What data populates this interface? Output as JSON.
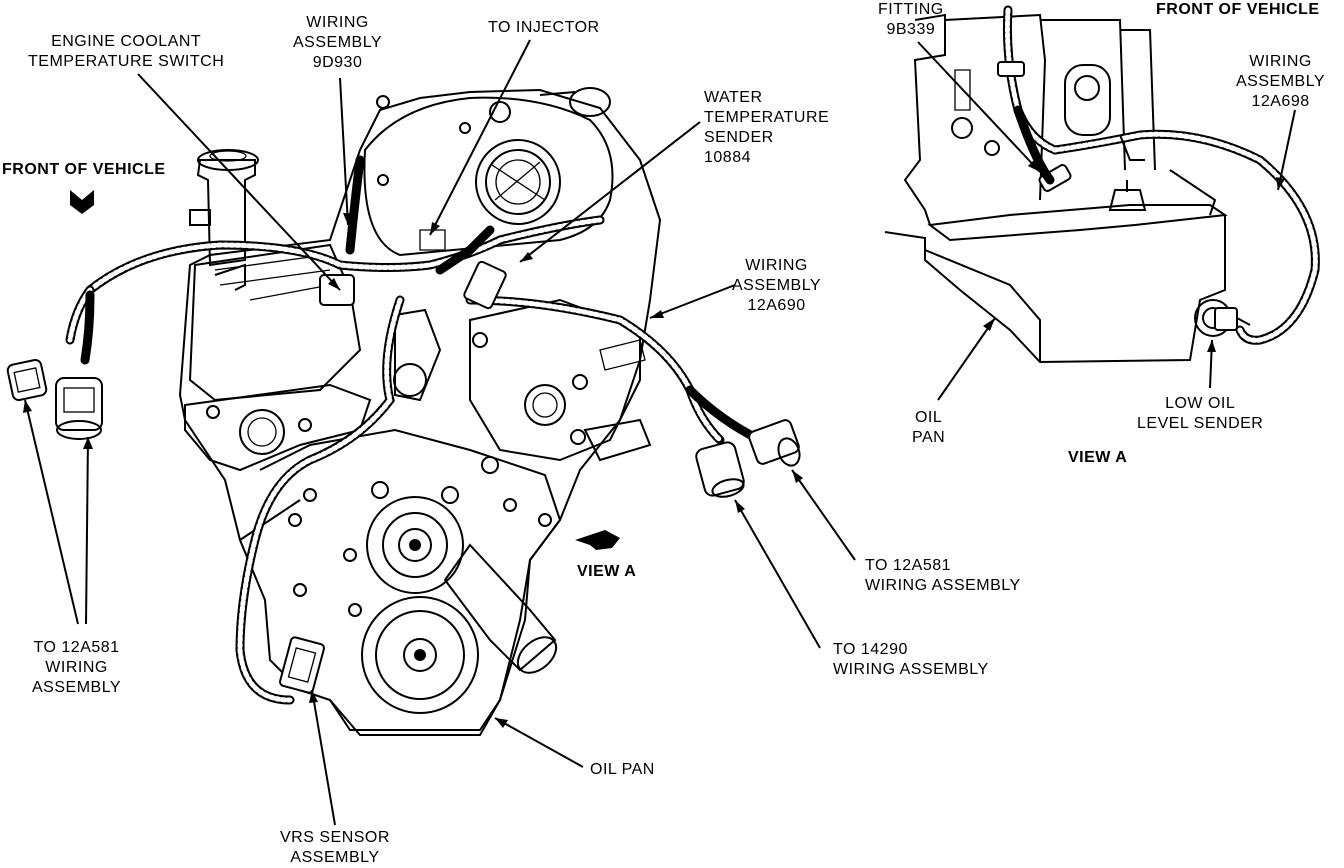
{
  "labels": {
    "engine_coolant": [
      "ENGINE COOLANT",
      "TEMPERATURE SWITCH"
    ],
    "wiring_9d930": [
      "WIRING",
      "ASSEMBLY",
      "9D930"
    ],
    "to_injector": "TO INJECTOR",
    "water_temp": [
      "WATER",
      "TEMPERATURE",
      "SENDER",
      "10884"
    ],
    "front_left": "FRONT OF VEHICLE",
    "wiring_12a690": [
      "WIRING",
      "ASSEMBLY",
      "12A690"
    ],
    "to_12a581_left": [
      "TO 12A581",
      "WIRING",
      "ASSEMBLY"
    ],
    "view_a_main": "VIEW A",
    "to_12a581_right": [
      "TO 12A581",
      "WIRING ASSEMBLY"
    ],
    "to_14290": [
      "TO 14290",
      "WIRING ASSEMBLY"
    ],
    "oil_pan_main": "OIL PAN",
    "vrs_sensor": [
      "VRS SENSOR",
      "ASSEMBLY"
    ],
    "fitting": [
      "FITTING",
      "9B339"
    ],
    "front_right": "FRONT OF VEHICLE",
    "wiring_12a698": [
      "WIRING",
      "ASSEMBLY",
      "12A698"
    ],
    "oil_pan_view": [
      "OIL",
      "PAN"
    ],
    "low_oil": [
      "LOW OIL",
      "LEVEL SENDER"
    ],
    "view_a_inset": "VIEW A"
  }
}
